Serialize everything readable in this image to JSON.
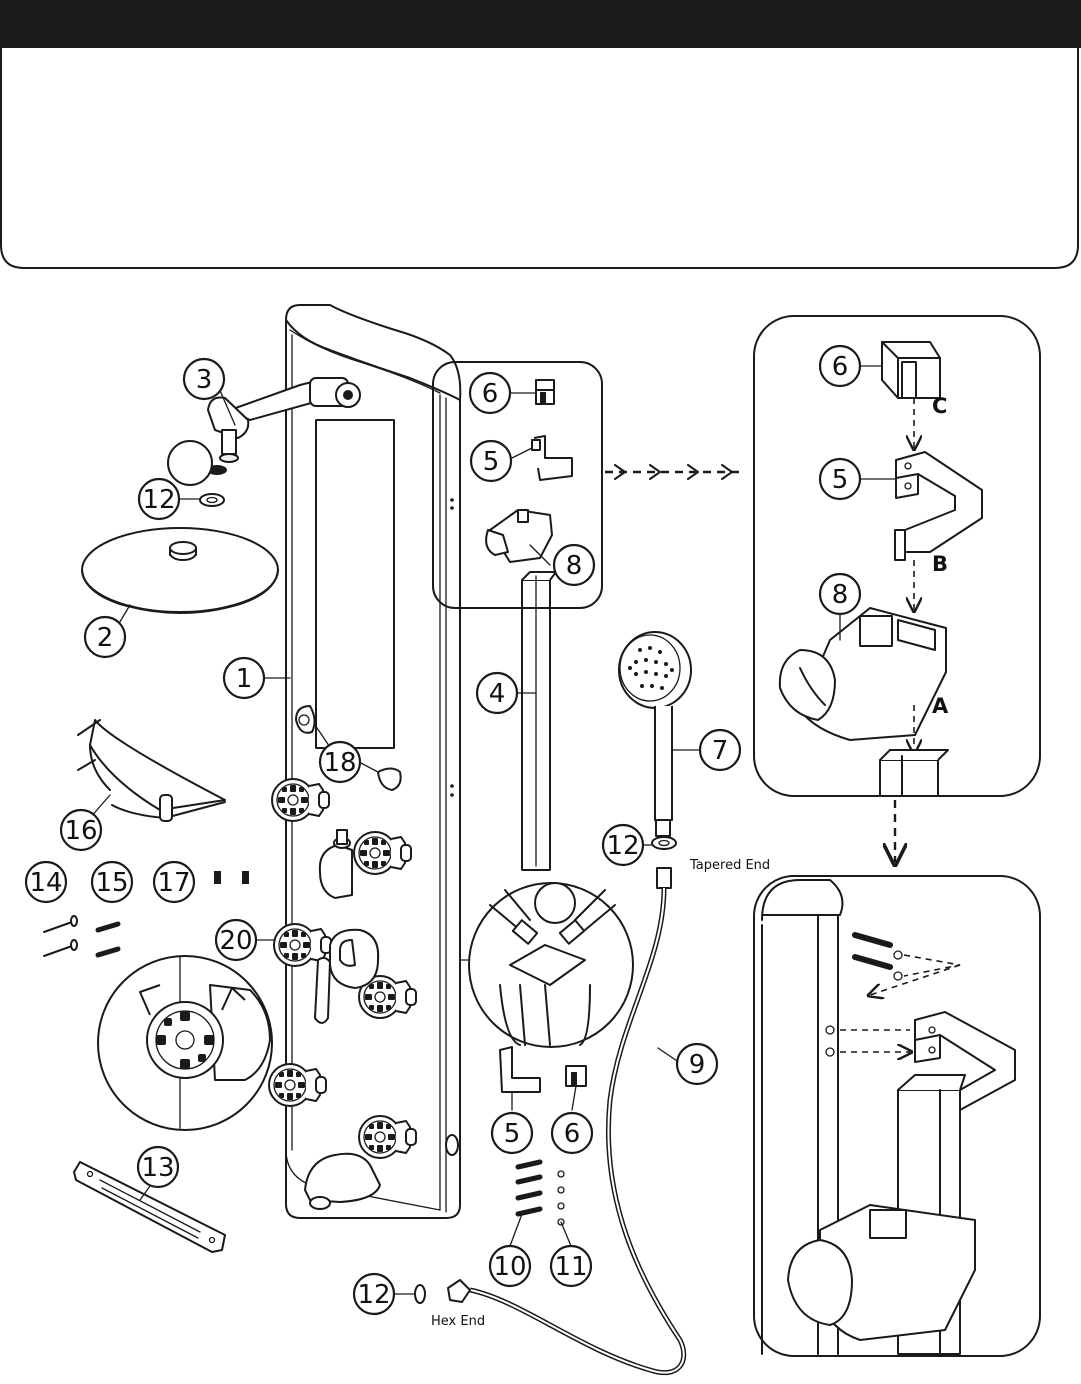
{
  "parts": [
    {
      "n": "1"
    },
    {
      "n": "2"
    },
    {
      "n": "3"
    },
    {
      "n": "4"
    },
    {
      "n": "5"
    },
    {
      "n": "6"
    },
    {
      "n": "7"
    },
    {
      "n": "8"
    },
    {
      "n": "9"
    },
    {
      "n": "10"
    },
    {
      "n": "11"
    },
    {
      "n": "12"
    },
    {
      "n": "13"
    },
    {
      "n": "14"
    },
    {
      "n": "15"
    },
    {
      "n": "16"
    },
    {
      "n": "17"
    },
    {
      "n": "18"
    },
    {
      "n": "20"
    }
  ],
  "labels": {
    "tapered_end": "Tapered End",
    "hex_end": "Hex End",
    "point_a": "A",
    "point_b": "B",
    "point_c": "C"
  }
}
